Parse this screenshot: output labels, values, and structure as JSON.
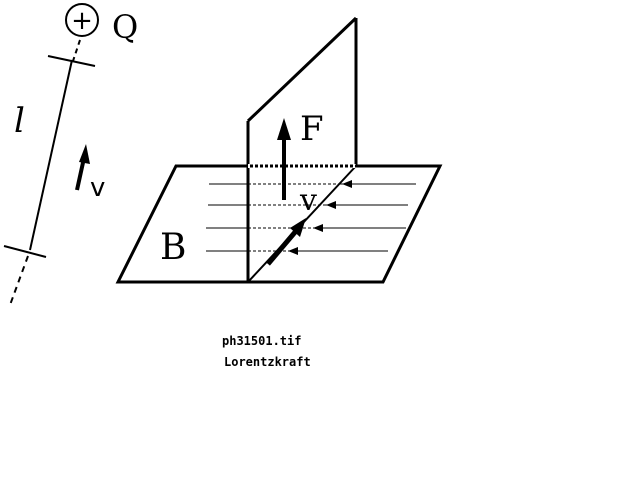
{
  "labels": {
    "charge_sign": "+",
    "charge": "Q",
    "length": "l",
    "velocity_left": "v",
    "force": "F",
    "velocity_center": "v",
    "field": "B"
  },
  "caption": {
    "filename": "ph31501.tif",
    "title": "Lorentzkraft"
  },
  "colors": {
    "ink": "#000000",
    "background": "#ffffff"
  }
}
